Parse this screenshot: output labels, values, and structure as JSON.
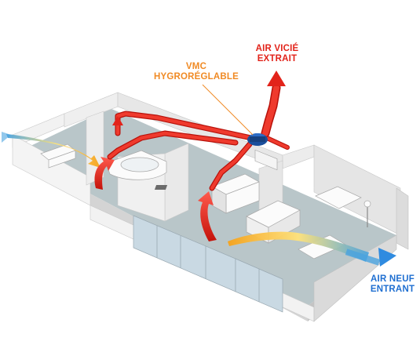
{
  "labels": {
    "vmc": {
      "line1": "VMC",
      "line2": "HYGRORÉGLABLE",
      "color": "#f08a24"
    },
    "vicie": {
      "line1": "AIR VICIÉ",
      "line2": "EXTRAIT",
      "color": "#e2231a"
    },
    "neuf": {
      "line1": "AIR NEUF",
      "line2": "ENTRANT",
      "color": "#1f6fd1"
    }
  },
  "colors": {
    "duct": "#e2231a",
    "unit": "#1b4f9c",
    "wall": "#e9e9e9",
    "floor": "#b9c6c9",
    "fresh_air": "#4aa3df"
  }
}
